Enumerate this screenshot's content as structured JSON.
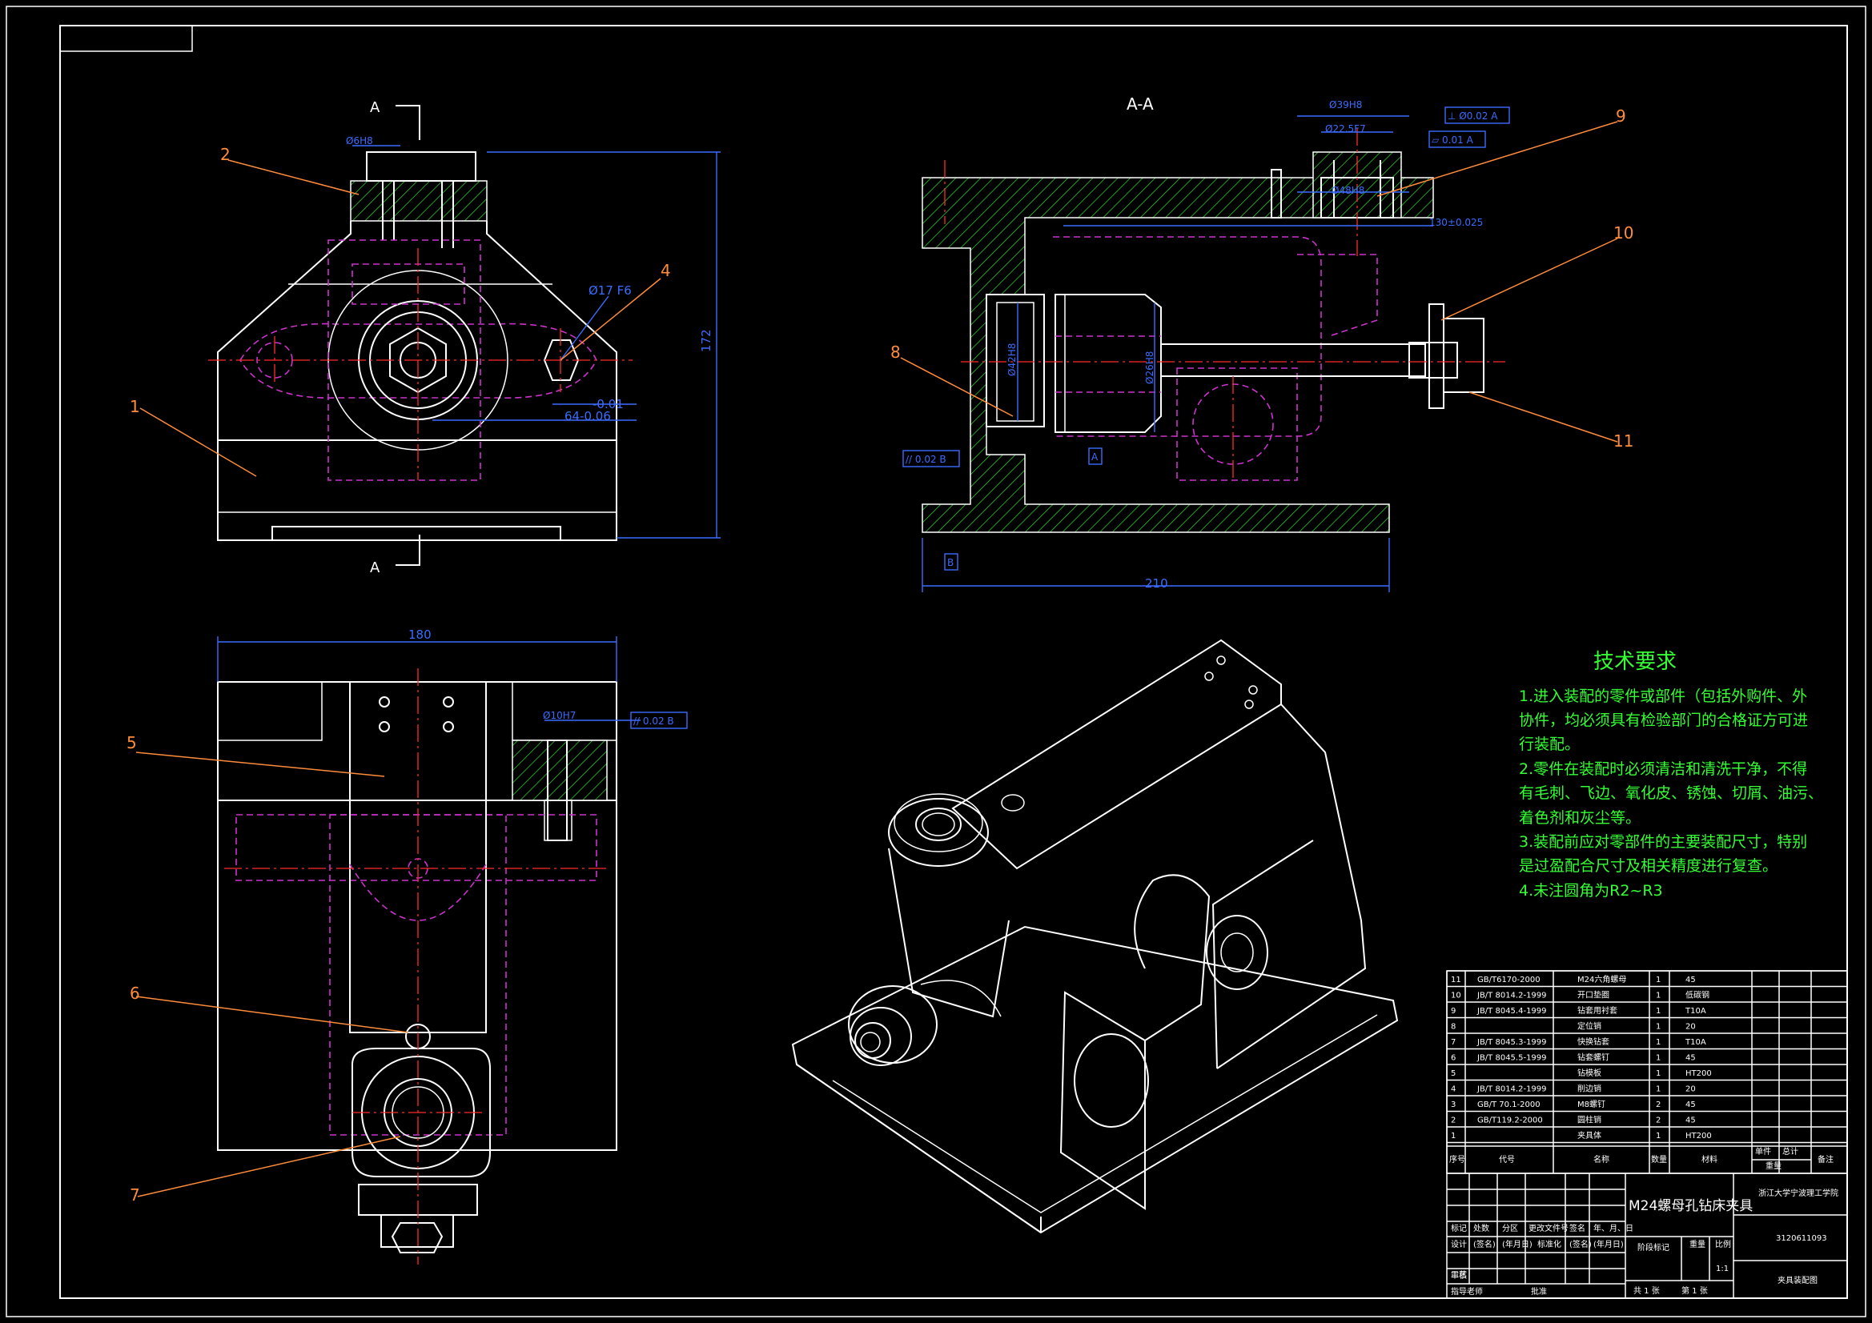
{
  "section_label": "A-A",
  "section_mark_top": "A",
  "section_mark_bottom": "A",
  "dimensions": {
    "front_height": "172",
    "side_width": "210",
    "top_width": "180",
    "hole_17": "Ø17 F6",
    "tol_a": "-0.01",
    "tol_b": "64-0.06",
    "dim_130": "130±0.025",
    "dim_39": "Ø39H8",
    "dim_22": "Ø22.5F7",
    "dim_48": "Ø48H8",
    "dim_10": "Ø10H7",
    "dim_6": "Ø6H8",
    "dim_42": "Ø42H8",
    "dim_26": "Ø26H8",
    "perp_tol": "⊥ Ø0.02 A",
    "flat_tol": "⏥ 0.01 A",
    "par_tol_1": "// 0.02 B",
    "par_tol_2": "// 0.02 B",
    "datum_a": "A",
    "datum_b": "B"
  },
  "part_labels": [
    "1",
    "2",
    "4",
    "5",
    "6",
    "7",
    "8",
    "9",
    "10",
    "11"
  ],
  "tech": {
    "title": "技术要求",
    "lines": [
      "1.进入装配的零件或部件（包括外购件、外",
      "协件，均必须具有检验部门的合格证方可进",
      "行装配。",
      "2.零件在装配时必须清洁和清洗干净，不得",
      "有毛刺、飞边、氧化皮、锈蚀、切屑、油污、",
      "着色剂和灰尘等。",
      "3.装配前应对零部件的主要装配尺寸，特别",
      "是过盈配合尺寸及相关精度进行复查。",
      "4.未注圆角为R2~R3"
    ]
  },
  "bom": {
    "rows": [
      {
        "no": "11",
        "code": "GB/T6170-2000",
        "name": "M24六角螺母",
        "qty": "1",
        "mat": "45"
      },
      {
        "no": "10",
        "code": "JB/T 8014.2-1999",
        "name": "开口垫圈",
        "qty": "1",
        "mat": "低碳钢"
      },
      {
        "no": "9",
        "code": "JB/T 8045.4-1999",
        "name": "钻套用衬套",
        "qty": "1",
        "mat": "T10A"
      },
      {
        "no": "8",
        "code": "",
        "name": "定位销",
        "qty": "1",
        "mat": "20"
      },
      {
        "no": "7",
        "code": "JB/T 8045.3-1999",
        "name": "快换钻套",
        "qty": "1",
        "mat": "T10A"
      },
      {
        "no": "6",
        "code": "JB/T 8045.5-1999",
        "name": "钻套螺钉",
        "qty": "1",
        "mat": "45"
      },
      {
        "no": "5",
        "code": "",
        "name": "钻模板",
        "qty": "1",
        "mat": "HT200"
      },
      {
        "no": "4",
        "code": "JB/T 8014.2-1999",
        "name": "削边销",
        "qty": "1",
        "mat": "20"
      },
      {
        "no": "3",
        "code": "GB/T 70.1-2000",
        "name": "M8螺钉",
        "qty": "2",
        "mat": "45"
      },
      {
        "no": "2",
        "code": "GB/T119.2-2000",
        "name": "圆柱销",
        "qty": "2",
        "mat": "45"
      },
      {
        "no": "1",
        "code": "",
        "name": "夹具体",
        "qty": "1",
        "mat": "HT200"
      }
    ],
    "headers": {
      "no": "序号",
      "code": "代号",
      "name": "名称",
      "qty": "数量",
      "mat": "材料",
      "single": "单件",
      "total": "总计",
      "weight": "重量",
      "note": "备注"
    }
  },
  "title_block": {
    "drawing_title": "M24螺母孔钻床夹具",
    "school": "浙江大学宁波理工学院",
    "code": "3120611093",
    "mark": "标记",
    "count": "处数",
    "zone": "分区",
    "change_doc": "更改文件号",
    "sign": "签名",
    "date_ymd": "年、月、日",
    "design": "设计",
    "sign_p": "(签名)",
    "date_p": "(年月日)",
    "standard": "标准化",
    "sign_p2": "(签名)",
    "date_p2": "(年月日)",
    "stage_mark": "阶段标记",
    "weight": "重量",
    "scale": "比例",
    "scale_val": "1:1",
    "proc": "工艺",
    "review": "审核",
    "approve": "批准",
    "sheets": "共 1 张",
    "sheet_no": "第 1 张",
    "author_label": "指导老师",
    "drawing_type": "夹具装配图"
  }
}
